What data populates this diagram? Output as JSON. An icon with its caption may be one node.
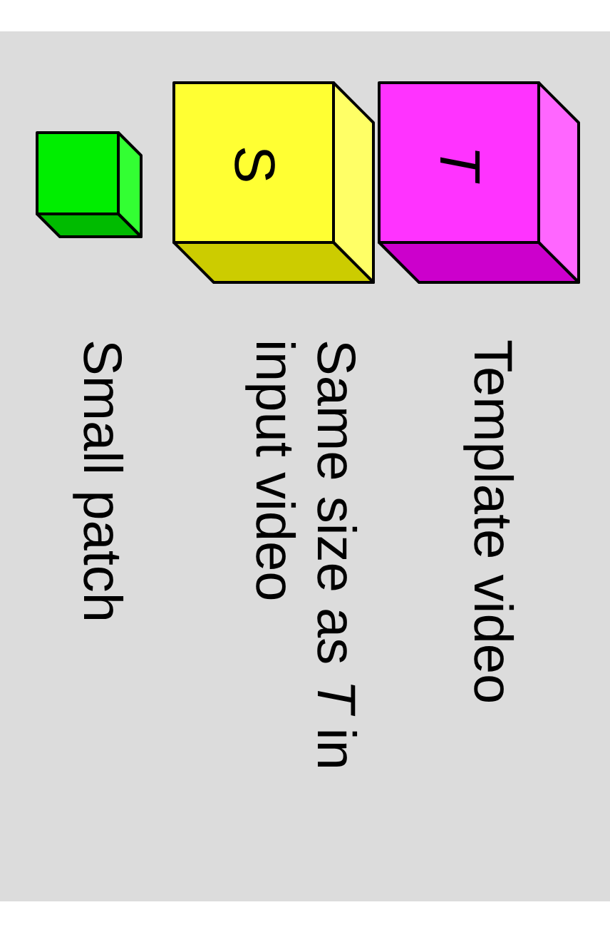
{
  "diagram": {
    "nodes": [
      {
        "text": [
          "*T*"
        ],
        "beside": [
          "Template video"
        ]
      },
      {
        "text": [
          "S"
        ],
        "beside": [
          "Same size as *T* in input video"
        ]
      },
      {
        "text": [],
        "shape": "cube",
        "beside": [
          "Small patch"
        ]
      }
    ]
  }
}
